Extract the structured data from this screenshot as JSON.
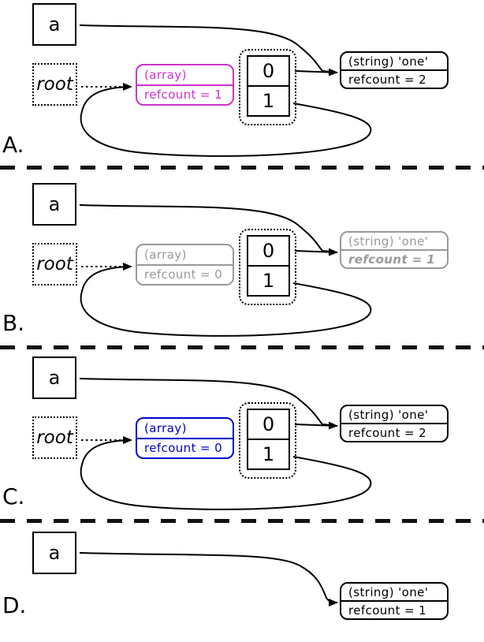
{
  "colors": {
    "suspected_root_magenta": "#cc33cc",
    "mark_gray": "#999999",
    "scan_blue": "#0000cc",
    "default_black": "#000000"
  },
  "panels": [
    {
      "letter": "A.",
      "variable": "a",
      "root": "root",
      "array_box": {
        "type": "(array)",
        "refcount": "refcount = 1",
        "color": "#cc33cc"
      },
      "cells": [
        "0",
        "1"
      ],
      "string_box": {
        "type": "(string) 'one'",
        "refcount": "refcount = 2",
        "color": "#000000"
      }
    },
    {
      "letter": "B.",
      "variable": "a",
      "root": "root",
      "array_box": {
        "type": "(array)",
        "refcount": "refcount = 0",
        "color": "#999999"
      },
      "cells": [
        "0",
        "1"
      ],
      "string_box": {
        "type": "(string) 'one'",
        "refcount": "refcount = 1",
        "color": "#999999"
      }
    },
    {
      "letter": "C.",
      "variable": "a",
      "root": "root",
      "array_box": {
        "type": "(array)",
        "refcount": "refcount = 0",
        "color": "#0000cc"
      },
      "cells": [
        "0",
        "1"
      ],
      "string_box": {
        "type": "(string) 'one'",
        "refcount": "refcount = 2",
        "color": "#000000"
      }
    },
    {
      "letter": "D.",
      "variable": "a",
      "string_box": {
        "type": "(string) 'one'",
        "refcount": "refcount = 1",
        "color": "#000000"
      }
    }
  ]
}
